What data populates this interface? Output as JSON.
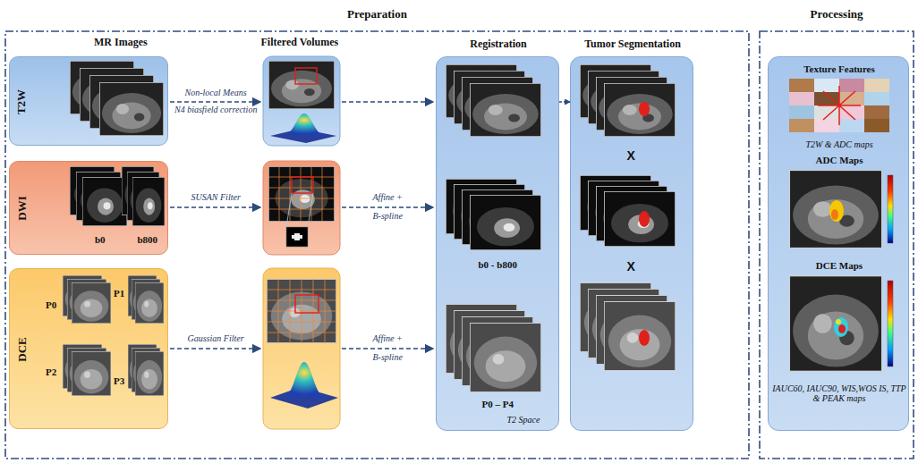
{
  "diagram": {
    "nodes": [
      {
        "text": [
          "Preparation"
        ]
      },
      {
        "text": [
          "T2W"
        ],
        "in": 0
      },
      {
        "text": [
          "DWI"
        ],
        "in": 0
      },
      {
        "text": [
          "DCE"
        ],
        "in": 0
      },
      {
        "text": [
          "Registration"
        ],
        "in": 0
      },
      {
        "text": [
          "Tumor Segmentation"
        ],
        "in": 0
      },
      {
        "text": [
          "Processing"
        ]
      },
      {
        "text": [
          "Texture Features",
          "T2W & ADC maps",
          "ADC Maps",
          "DCE Maps",
          "IAUC60, IAUC90, WIS,WOS IS, TTP & PEAK maps"
        ],
        "in": 6
      }
    ],
    "edges": [
      {
        "from": 4,
        "to": 5,
        "arrow": "to"
      }
    ],
    "labels": [
      "MR Images",
      "Filtered Volumes",
      "Non-local Means",
      "N4 biasfield correction",
      "SUSAN Filter",
      "Gaussian Filter",
      "Affine +",
      "B-spline",
      "Affine +",
      "B-spline",
      "b0",
      "b800",
      "P0",
      "P1",
      "P2",
      "P3",
      "b0 - b800",
      "P0 – P4",
      "T2 Space",
      "X",
      "X"
    ]
  }
}
